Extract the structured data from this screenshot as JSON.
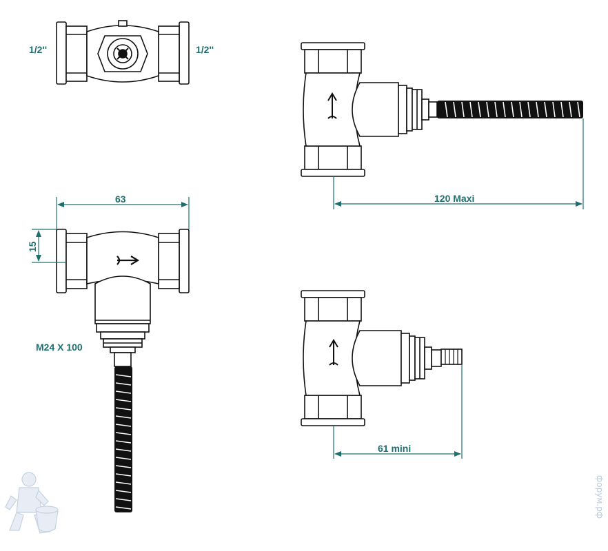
{
  "colors": {
    "dimension": "#1f6f6f",
    "outline": "#111111",
    "body_fill": "#ffffff",
    "rod": "#111111",
    "watermark": "#b9c9dc"
  },
  "labels": {
    "inlet_left": "1/2''",
    "inlet_right": "1/2''",
    "width_63": "63",
    "height_15": "15",
    "thread": "M24 X 100",
    "max_length": "120  Maxi",
    "min_length": "61  mini"
  },
  "watermark": {
    "text": "форум.рф"
  },
  "icons": {
    "flow_arrow": "flow-direction-arrow-icon",
    "mascot": "plumber-mascot-icon"
  }
}
